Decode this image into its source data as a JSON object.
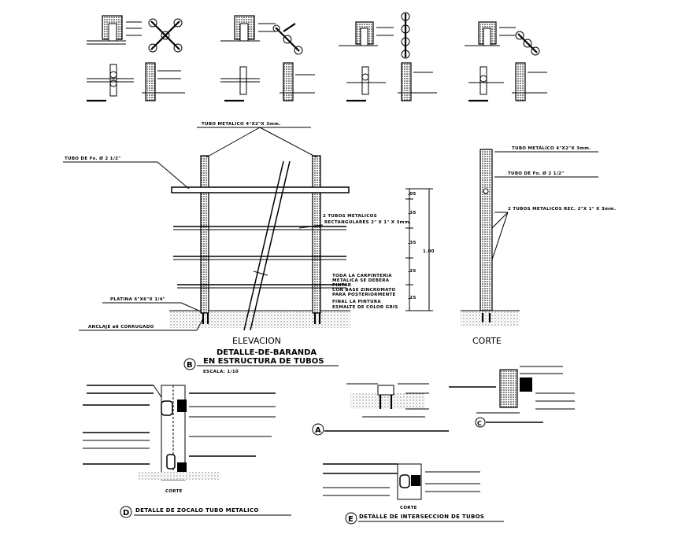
{
  "elevation": {
    "label_top_tube": "TUBO METALICO  4\"X2\"X 3mm.",
    "label_pipe": "TUBO DE Fo. Ø 2 1/2\"",
    "label_rect_tubes_1": "2 TUBOS METALICOS",
    "label_rect_tubes_2": "RECTANGULARES 2\" X 1\" X 3mm.",
    "label_plate": "PLATINA 6\"X6\"X 1/4\"",
    "label_anchor": "ANCLAJE  ø8 CORRUGADO",
    "note_lines": [
      "TODA LA CARPINTERIA",
      "METALICA SE DEBERA",
      "PINTAR",
      "CON BASE ZINCROMATO",
      "PARA POSTERIORMENTE",
      "FINAL LA PINTURA",
      "ESMALTE DE COLOR GRIS"
    ],
    "dims": [
      ".05",
      ".35",
      ".35",
      ".25",
      ".25"
    ],
    "dim_total": "1.00",
    "title": "ELEVACION"
  },
  "corte": {
    "label_top_tube": "TUBO METALICO  4\"X2\"X 3mm.",
    "label_pipe": "TUBO DE Fo. Ø 2 1/2\"",
    "label_rect_tubes": "2 TUBOS METALICOS REC. 2\"X 1\" X 3mm.",
    "title": "CORTE"
  },
  "detail_b": {
    "marker": "B",
    "title_line1": "DETALLE-DE-BARANDA",
    "title_line2": "EN ESTRUCTURA DE TUBOS",
    "scale": "ESCALA: 1/10"
  },
  "detail_a": {
    "marker": "A"
  },
  "detail_c": {
    "marker": "C"
  },
  "detail_d": {
    "marker": "D",
    "corte": "CORTE",
    "title": "DETALLE DE ZOCALO TUBO METALICO"
  },
  "detail_e": {
    "marker": "E",
    "corte": "CORTE",
    "title": "DETALLE DE INTERSECCION DE TUBOS"
  }
}
